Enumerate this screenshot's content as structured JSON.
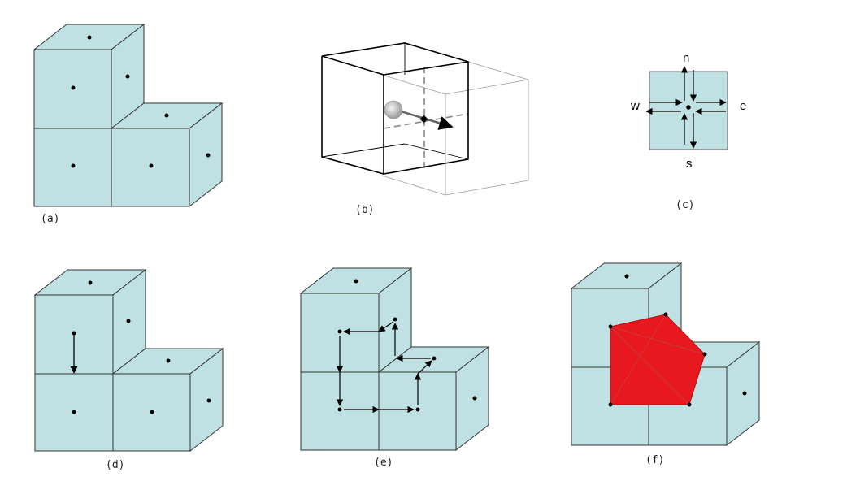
{
  "panels": [
    {
      "id": "a",
      "label": "(a)"
    },
    {
      "id": "b",
      "label": "(b)"
    },
    {
      "id": "c",
      "label": "(c)"
    },
    {
      "id": "d",
      "label": "(d)"
    },
    {
      "id": "e",
      "label": "(e)"
    },
    {
      "id": "f",
      "label": "(f)"
    }
  ],
  "directions": {
    "north": "n",
    "south": "s",
    "west": "w",
    "east": "e"
  },
  "colors": {
    "cube_face": "#bfe1e3",
    "edge": "#222222",
    "polygon": "#e8191e",
    "arrow": "#000000"
  }
}
